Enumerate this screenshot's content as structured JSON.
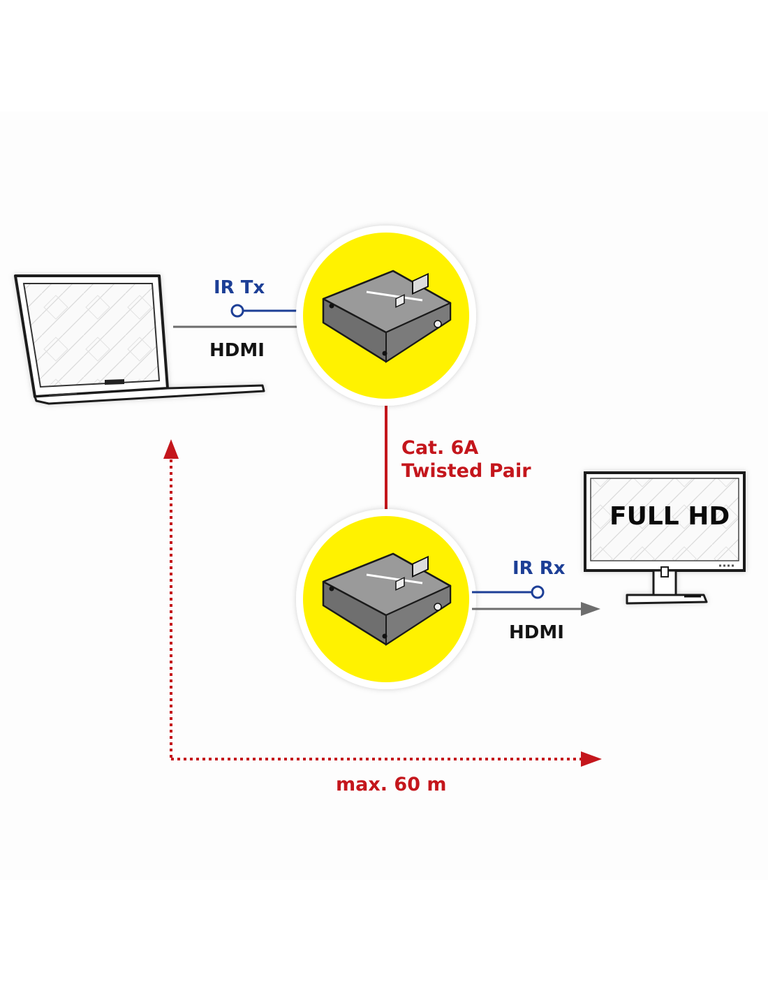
{
  "labels": {
    "ir_tx": "IR Tx",
    "hdmi_in": "HDMI",
    "cable": "Cat. 6A",
    "cable_line2": "Twisted Pair",
    "ir_rx": "IR Rx",
    "hdmi_out": "HDMI",
    "distance": "max. 60 m",
    "monitor_screen": "FULL HD"
  },
  "icons": {
    "laptop": "laptop-icon",
    "transmitter": "hdmi-extender-transmitter-icon",
    "receiver": "hdmi-extender-receiver-icon",
    "monitor": "monitor-icon"
  },
  "colors": {
    "circle": "#fff200",
    "ir_line": "#1d3f96",
    "cable_line": "#c4161c",
    "hdmi_line": "#6d6d6d",
    "distance_arrow": "#c4161c"
  }
}
